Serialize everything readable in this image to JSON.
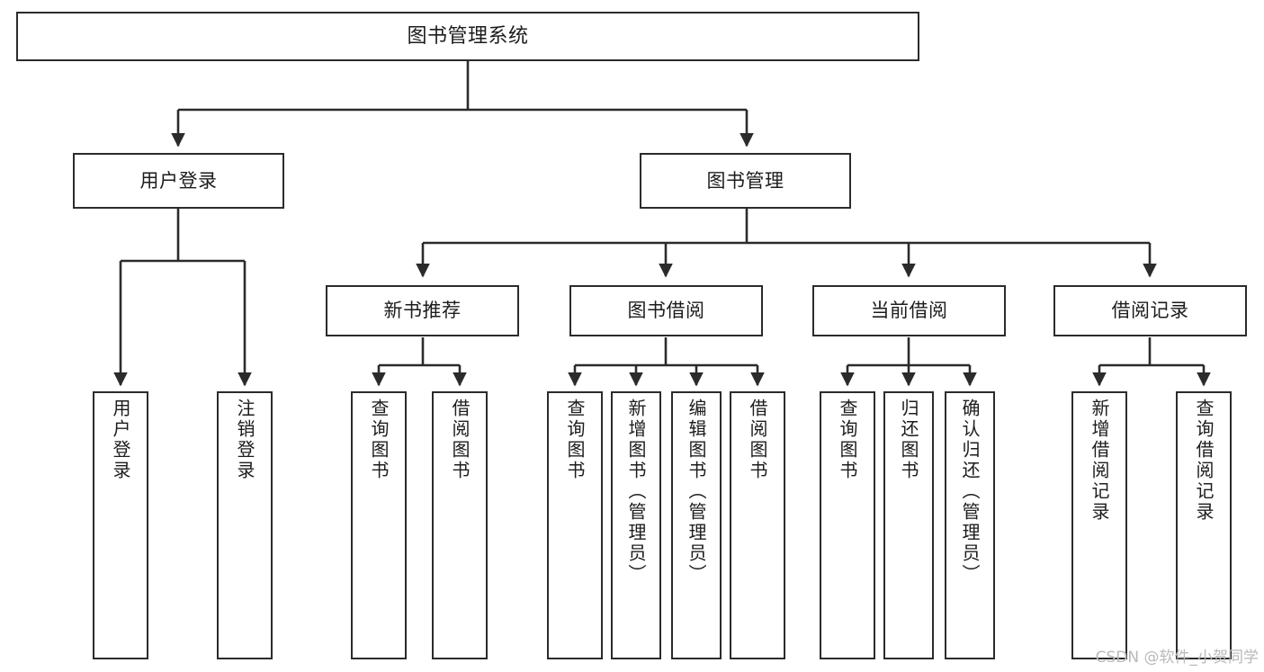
{
  "diagram": {
    "title": "图书管理系统",
    "type": "hierarchy-tree",
    "stroke_color": "#2b2b2b",
    "fill_color": "#ffffff",
    "text_color": "#1c1c1c",
    "levels": {
      "root": {
        "label": "图书管理系统"
      },
      "level2": [
        {
          "label": "用户登录"
        },
        {
          "label": "图书管理"
        }
      ],
      "level3": [
        {
          "label": "新书推荐"
        },
        {
          "label": "图书借阅"
        },
        {
          "label": "当前借阅"
        },
        {
          "label": "借阅记录"
        }
      ],
      "leaves": [
        {
          "label": "用户登录",
          "parent": "用户登录"
        },
        {
          "label": "注销登录",
          "parent": "用户登录"
        },
        {
          "label": "查询图书",
          "parent": "新书推荐"
        },
        {
          "label": "借阅图书",
          "parent": "新书推荐"
        },
        {
          "label": "查询图书",
          "parent": "图书借阅"
        },
        {
          "label": "新增图书（管理员）",
          "parent": "图书借阅"
        },
        {
          "label": "编辑图书（管理员）",
          "parent": "图书借阅"
        },
        {
          "label": "借阅图书",
          "parent": "图书借阅"
        },
        {
          "label": "查询图书",
          "parent": "当前借阅"
        },
        {
          "label": "归还图书",
          "parent": "当前借阅"
        },
        {
          "label": "确认归还（管理员）",
          "parent": "当前借阅"
        },
        {
          "label": "新增借阅记录",
          "parent": "借阅记录"
        },
        {
          "label": "查询借阅记录",
          "parent": "借阅记录"
        }
      ]
    }
  },
  "watermark": {
    "text": "CSDN @软件_小贺同学"
  }
}
